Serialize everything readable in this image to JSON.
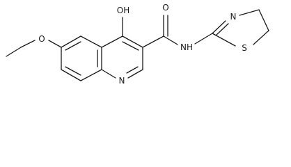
{
  "structure": {
    "atom_labels": {
      "oxygen_ether": "O",
      "hydroxyl": "OH",
      "carbonyl_oxygen": "O",
      "amide_nh": "NH",
      "quinoline_n": "N",
      "thiazoline_n": "N",
      "thiazoline_s": "S"
    }
  }
}
